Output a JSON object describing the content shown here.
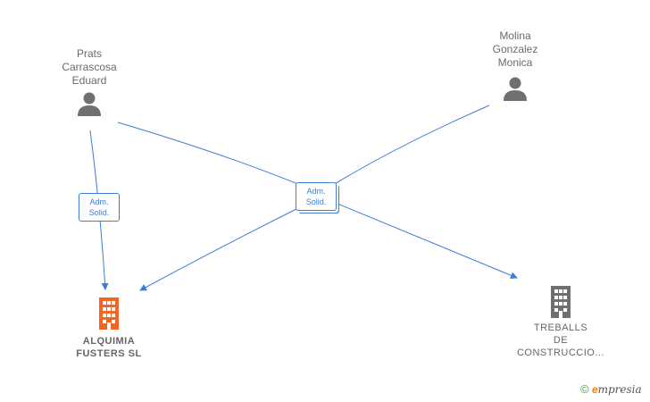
{
  "persons": [
    {
      "id": "prats",
      "label": "Prats\nCarrascosa\nEduard"
    },
    {
      "id": "molina",
      "label": "Molina\nGonzalez\nMonica"
    }
  ],
  "companies": [
    {
      "id": "alquimia",
      "label": "ALQUIMIA\nFUSTERS  SL",
      "color": "#f26522"
    },
    {
      "id": "treballs",
      "label": "TREBALLS\nDE\nCONSTRUCCIO...",
      "color": "#6f6f6f"
    }
  ],
  "relations": [
    {
      "id": "rel-prats-alquimia",
      "label": "Adm.\nSolid."
    },
    {
      "id": "rel-center",
      "label": "Adm.\nSolid."
    }
  ],
  "footer": {
    "copyright": "©",
    "brand_initial": "e",
    "brand_rest": "mpresia"
  },
  "colors": {
    "edge": "#3b7dd8",
    "person_icon": "#707070"
  }
}
